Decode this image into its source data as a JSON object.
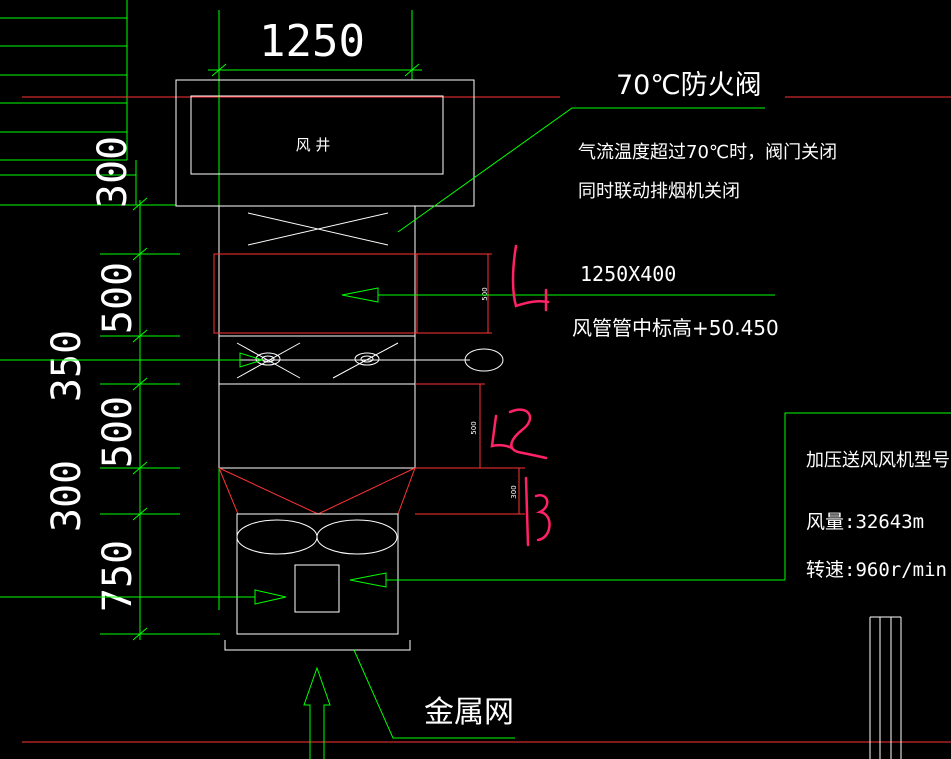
{
  "dimensions": {
    "width_top": "1250",
    "left_300_top": "300",
    "left_500_a": "500",
    "left_350": "350",
    "left_500_b": "500",
    "left_300_bottom": "300",
    "left_750": "750",
    "small_500_a": "500",
    "small_500_b": "500",
    "small_300": "300"
  },
  "labels": {
    "shaft": "风 井",
    "fire_damper": "70℃防火阀",
    "damper_note_line1": "气流温度超过70℃时，阀门关闭",
    "damper_note_line2": "同时联动排烟机关闭",
    "duct_size": "1250X400",
    "duct_elevation": "风管管中标高+50.450",
    "metal_mesh": "金属网"
  },
  "fan_box": {
    "model_label": "加压送风风机型号:",
    "airflow_label": "风量:32643m",
    "speed_label": "转速:960r/min"
  },
  "handwritten": {
    "h1": "L1",
    "h2": "L2",
    "h3": "L3"
  },
  "colors": {
    "background": "#000000",
    "cad_white": "#ffffff",
    "cad_green": "#00ff00",
    "cad_red": "#ff3333",
    "handwriting": "#ff2266"
  }
}
